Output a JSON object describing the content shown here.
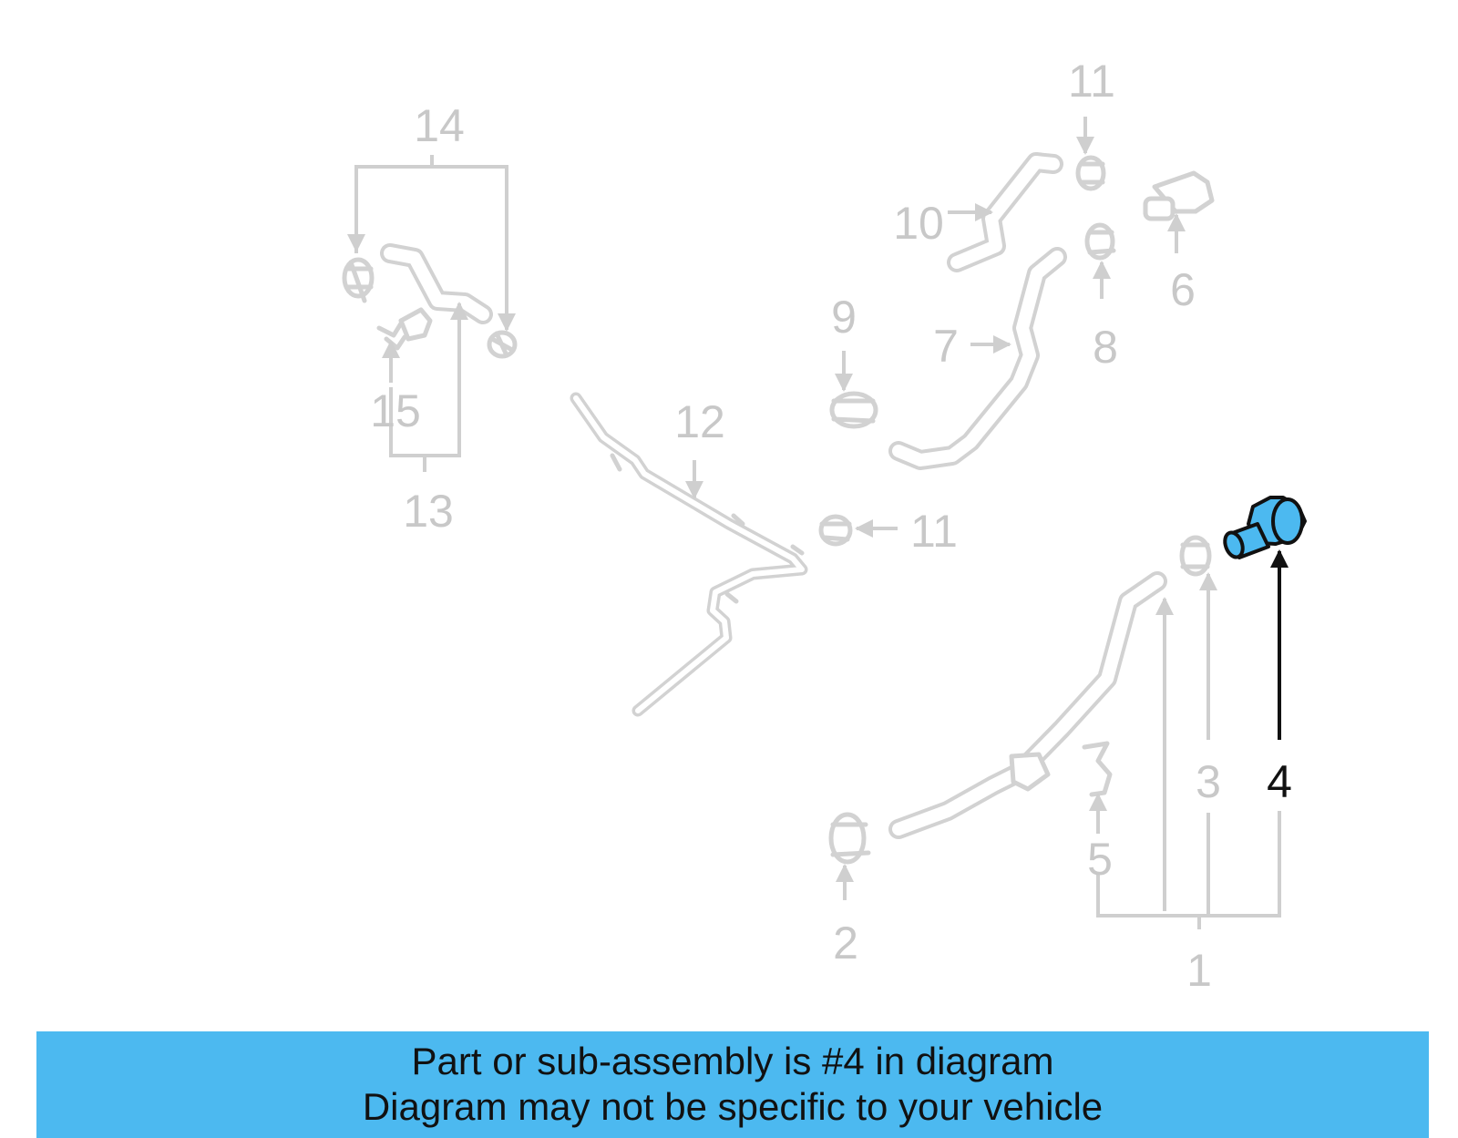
{
  "diagram": {
    "callouts": [
      {
        "id": "1",
        "label": "1",
        "highlighted": false
      },
      {
        "id": "2",
        "label": "2",
        "highlighted": false
      },
      {
        "id": "3",
        "label": "3",
        "highlighted": false
      },
      {
        "id": "4",
        "label": "4",
        "highlighted": true
      },
      {
        "id": "5",
        "label": "5",
        "highlighted": false
      },
      {
        "id": "6",
        "label": "6",
        "highlighted": false
      },
      {
        "id": "7",
        "label": "7",
        "highlighted": false
      },
      {
        "id": "8",
        "label": "8",
        "highlighted": false
      },
      {
        "id": "9",
        "label": "9",
        "highlighted": false
      },
      {
        "id": "10",
        "label": "10",
        "highlighted": false
      },
      {
        "id": "11a",
        "label": "11",
        "highlighted": false
      },
      {
        "id": "11b",
        "label": "11",
        "highlighted": false
      },
      {
        "id": "12",
        "label": "12",
        "highlighted": false
      },
      {
        "id": "13",
        "label": "13",
        "highlighted": false
      },
      {
        "id": "14",
        "label": "14",
        "highlighted": false
      },
      {
        "id": "15",
        "label": "15",
        "highlighted": false
      }
    ],
    "highlight_color": "#4cb9f0",
    "part_line_color": "#d2d2d2",
    "label_color_inactive": "#c8c8c8",
    "label_color_active": "#111111"
  },
  "caption": {
    "line1": "Part or sub-assembly is #4 in diagram",
    "line2": "Diagram may not be specific to your vehicle",
    "background": "#4cb9f0"
  }
}
